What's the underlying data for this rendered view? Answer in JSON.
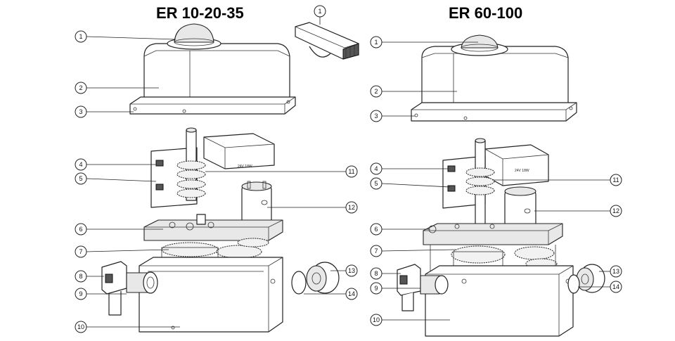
{
  "titles": {
    "left": "ER 10-20-35",
    "right": "ER 60-100"
  },
  "component_text": {
    "left_board": "24V 18W",
    "right_board": "24V 18W"
  },
  "callouts_left": [
    "1",
    "2",
    "3",
    "4",
    "5",
    "6",
    "7",
    "8",
    "9",
    "10",
    "11",
    "12",
    "13",
    "14"
  ],
  "callout_handle": "1",
  "callouts_right": [
    "1",
    "2",
    "3",
    "4",
    "5",
    "6",
    "7",
    "8",
    "9",
    "10",
    "11",
    "12",
    "13",
    "14"
  ]
}
